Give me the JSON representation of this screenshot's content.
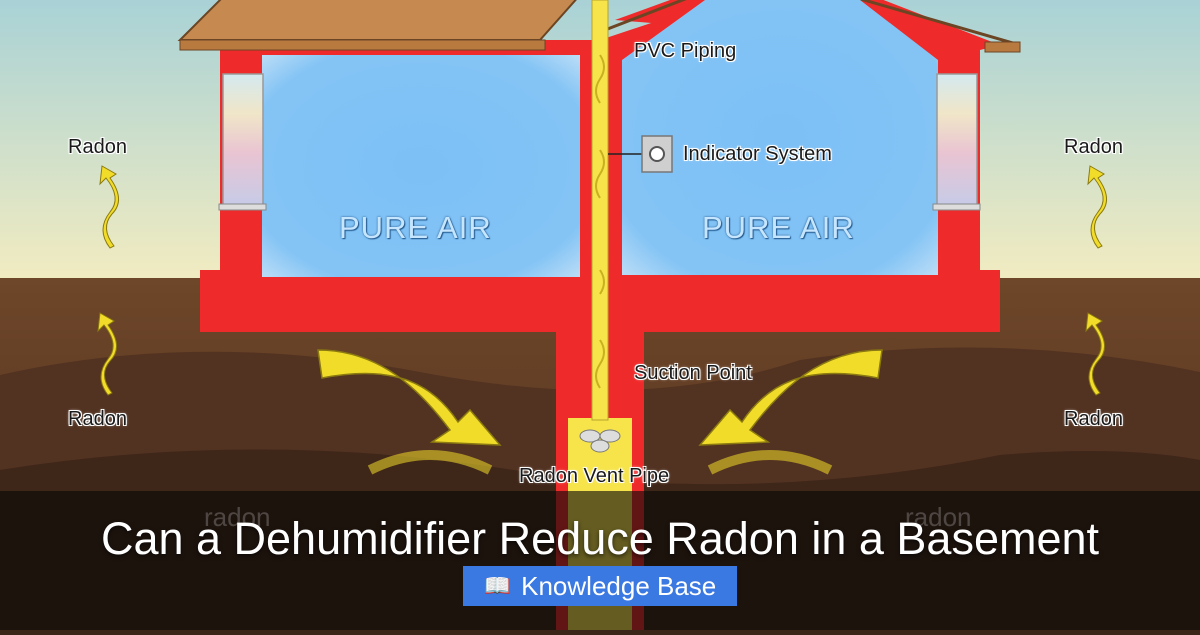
{
  "diagram": {
    "labels": {
      "pvc_piping": "PVC Piping",
      "indicator_system": "Indicator System",
      "suction_point": "Suction Point",
      "radon_vent_pipe": "Radon Vent Pipe",
      "radon_top_left": "Radon",
      "radon_bottom_left": "Radon",
      "radon_top_right": "Radon",
      "radon_bottom_right": "Radon",
      "pure_air_left": "PURE AIR",
      "pure_air_right": "PURE AIR",
      "ghost_left": "radon",
      "ghost_right": "radon"
    },
    "colors": {
      "sky_top": "#a9d2d6",
      "sky_bottom": "#f3ecc0",
      "roof": "#c6894f",
      "wall": "#ef2a2a",
      "room": "#7cc0f6",
      "soil": "#6e4629",
      "soil_dark": "#4a2d1c",
      "arrow": "#f2dc2a",
      "pipe": "#f6e44a"
    }
  },
  "banner": {
    "title": "Can a Dehumidifier Reduce Radon in a Basement",
    "badge_icon": "book-icon",
    "badge_label": "Knowledge Base"
  }
}
